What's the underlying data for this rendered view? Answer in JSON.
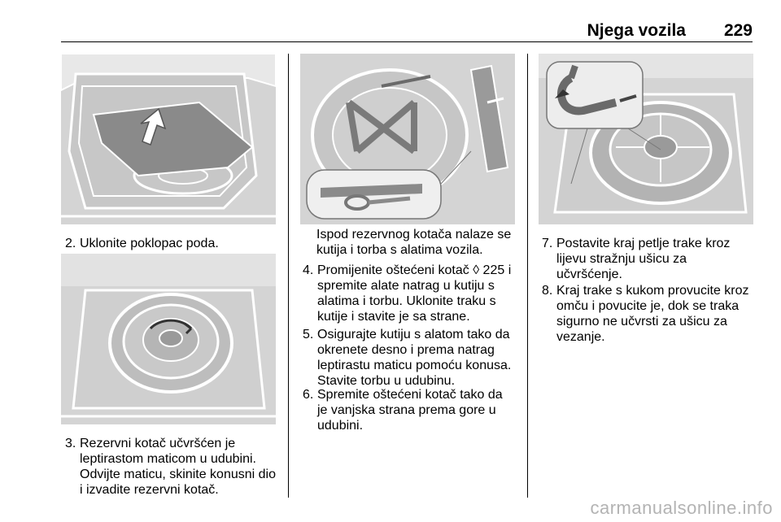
{
  "header": {
    "title": "Njega vozila",
    "page": "229"
  },
  "column1": {
    "step2": {
      "num": "2.",
      "text": "Uklonite poklopac poda."
    },
    "step3": {
      "num": "3.",
      "text": "Rezervni kotač učvršćen je leptirastom maticom u udubini. Odvijte maticu, skinite konusni dio i izvadite rezervni kotač."
    }
  },
  "column2": {
    "intro": "Ispod rezervnog kotača nalaze se kutija i torba s alatima vozila.",
    "step4": {
      "num": "4.",
      "text": "Promijenite oštećeni kotač ◊ 225 i spremite alate natrag u kutiju s alatima i torbu. Uklonite traku s kutije i stavite je sa strane."
    },
    "step5": {
      "num": "5.",
      "text": "Osigurajte kutiju s alatom tako da okrenete desno i prema natrag leptirastu maticu pomoću konusa. Stavite torbu u udubinu."
    },
    "step6": {
      "num": "6.",
      "text": "Spremite oštećeni kotač tako da je vanjska strana prema gore u udubini."
    }
  },
  "column3": {
    "step7": {
      "num": "7.",
      "text": "Postavite kraj petlje trake kroz lijevu stražnju ušicu za učvršćenje."
    },
    "step8": {
      "num": "8.",
      "text": "Kraj trake s kukom provucite kroz omču i povucite je, dok se traka sigurno ne učvrsti za ušicu za vezanje."
    }
  },
  "footer": {
    "watermark": "carmanualsonline.info"
  }
}
